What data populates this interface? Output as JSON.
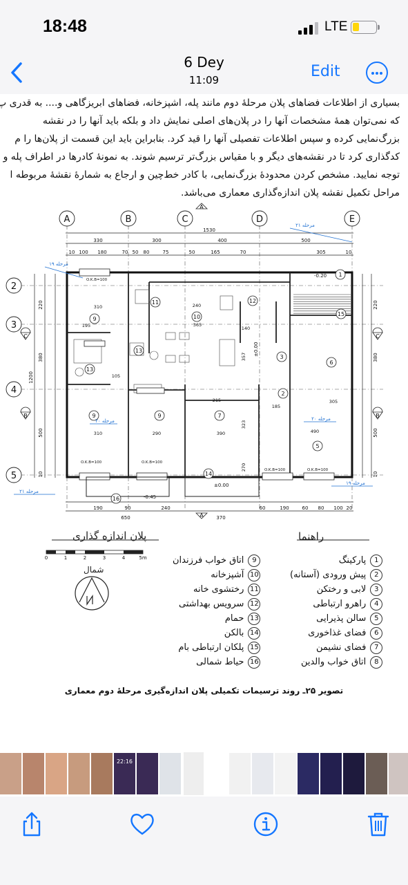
{
  "status_bar": {
    "time": "18:48",
    "carrier": "LTE",
    "battery_level": 0.3,
    "battery_color": "#ffd60a"
  },
  "nav": {
    "title": "6 Dey",
    "subtitle": "11:09",
    "edit_label": "Edit",
    "accent_color": "#1476ff"
  },
  "document": {
    "paragraph": [
      "بسیاری از اطلاعات فضاهای پلان مرحلهٔ دوم مانند پله، اشپزخانه، فضاهای ابریزگاهی و.... به قدری پ",
      "که نمی‌توان همهٔ مشخصات آنها را در پلان‌های اصلی نمایش داد و بلکه باید آنها را در نقشه",
      "بزرگ‌نمایی کرده و سپس اطلاعات تفصیلی آنها را قید کرد. بنابراین باید این قسمت از پلان‌ها را م",
      "کدگذاری کرد تا در نقشه‌های دیگر و با مقیاس بزرگ‌تر ترسیم شوند. به نمونهٔ کادرها در اطراف پله و",
      "توجه نمایید. مشخص کردن محدودهٔ بزرگ‌نمایی، با کادر خط‌چین و ارجاع به شمارهٔ نقشهٔ مربوطه ا",
      "مراحل تکمیل نقشه پلان اندازه‌گذاری معماری می‌باشد."
    ],
    "plan": {
      "grid_letters": [
        "A",
        "B",
        "C",
        "D",
        "E"
      ],
      "grid_numbers": [
        "2",
        "3",
        "4",
        "5"
      ],
      "overall_width": "1530",
      "top_dims": [
        "330",
        "300",
        "400",
        "500"
      ],
      "top_sub_dims": [
        "10",
        "100",
        "180",
        "70",
        "50",
        "80",
        "75",
        "50",
        "165",
        "70",
        "305",
        "10"
      ],
      "left_dims": [
        "220",
        "380",
        "500",
        "10"
      ],
      "left_total": "1200",
      "right_dims": [
        "220",
        "380",
        "500",
        "10"
      ],
      "bottom_dims": [
        "190",
        "90",
        "240",
        "60",
        "190",
        "60",
        "80",
        "100",
        "20"
      ],
      "bottom_total": [
        "650",
        "370"
      ],
      "room_numbers": [
        "1",
        "2",
        "3",
        "5",
        "6",
        "7",
        "9",
        "9",
        "9",
        "10",
        "11",
        "12",
        "13",
        "13",
        "14",
        "15",
        "16"
      ],
      "section_marks": [
        "A",
        "B",
        "C"
      ],
      "stage_tags": [
        "مرحله ۲۱",
        "مرحله ۱۹",
        "مرحله ۲۰",
        "مرحله ۲۰",
        "مرحله ۱۹",
        "مرحله ۲۱"
      ],
      "level_marks": [
        "±0.00",
        "±0.00",
        "-0.20",
        "-0.45"
      ],
      "window_tags": [
        "O.K.B=100",
        "O.K.B=100",
        "O.K.B=100",
        "O.K.B=100",
        "O.K.B=100"
      ],
      "title": "پلان اندازه گذاری",
      "legend_title": "راهنما",
      "scale_labels": [
        "0",
        "1",
        "2",
        "3",
        "4",
        "5m"
      ],
      "north_label": "شمال",
      "interior_dims": [
        "310",
        "305",
        "365",
        "140",
        "490",
        "390",
        "290",
        "310",
        "105",
        "195",
        "215",
        "185",
        "357",
        "323",
        "270",
        "240"
      ]
    },
    "legend": {
      "right": [
        {
          "num": "1",
          "label": "پارکینگ"
        },
        {
          "num": "2",
          "label": "پیش ورودی (آستانه)"
        },
        {
          "num": "3",
          "label": "لابی و رختکن"
        },
        {
          "num": "4",
          "label": "راهرو ارتباطی"
        },
        {
          "num": "5",
          "label": "سالن پذیرایی"
        },
        {
          "num": "6",
          "label": "فضای غذاخوری"
        },
        {
          "num": "7",
          "label": "فضای نشیمن"
        },
        {
          "num": "8",
          "label": "اتاق خواب والدین"
        }
      ],
      "left": [
        {
          "num": "9",
          "label": "اتاق خواب فرزندان"
        },
        {
          "num": "10",
          "label": "آشپزخانه"
        },
        {
          "num": "11",
          "label": "رختشوی خانه"
        },
        {
          "num": "12",
          "label": "سرویس بهداشتی"
        },
        {
          "num": "13",
          "label": "حمام"
        },
        {
          "num": "14",
          "label": "بالکن"
        },
        {
          "num": "15",
          "label": "پلکان ارتباطی بام"
        },
        {
          "num": "16",
          "label": "حیاط شمالی"
        }
      ]
    },
    "caption": "تصویر ۲۵ـ روند ترسیمات تکمیلی پلان اندازه‌گیری مرحلهٔ دوم معماری"
  },
  "thumbnails": [
    {
      "color": "#c9a088"
    },
    {
      "color": "#b8856c"
    },
    {
      "color": "#d9a585"
    },
    {
      "color": "#c79b7e"
    },
    {
      "color": "#a87a5e"
    },
    {
      "color": "#e8d5c8"
    },
    {
      "color": "#3a2a55"
    },
    {
      "color": "#dfe3e8"
    },
    {
      "color": "#eeeeee"
    },
    {
      "color": "#ffffff"
    },
    {
      "color": "#f1f1f1"
    },
    {
      "color": "#e7e9ee"
    },
    {
      "color": "#f3f3f3"
    },
    {
      "color": "#2b2a63"
    },
    {
      "color": "#231f4f"
    },
    {
      "color": "#1e1a3d"
    },
    {
      "color": "#6b5d55"
    },
    {
      "color": "#cfc4c1"
    },
    {
      "color": "#1d4e8c"
    },
    {
      "color": "#2a2a2a"
    },
    {
      "color": "#e6e6ea"
    },
    {
      "color": "#f2dfe8"
    },
    {
      "color": "#e7eefc"
    }
  ],
  "thumbnail_times": [
    "22:16"
  ],
  "toolbar": {
    "icons": [
      "share-icon",
      "heart-icon",
      "info-icon",
      "trash-icon"
    ]
  }
}
